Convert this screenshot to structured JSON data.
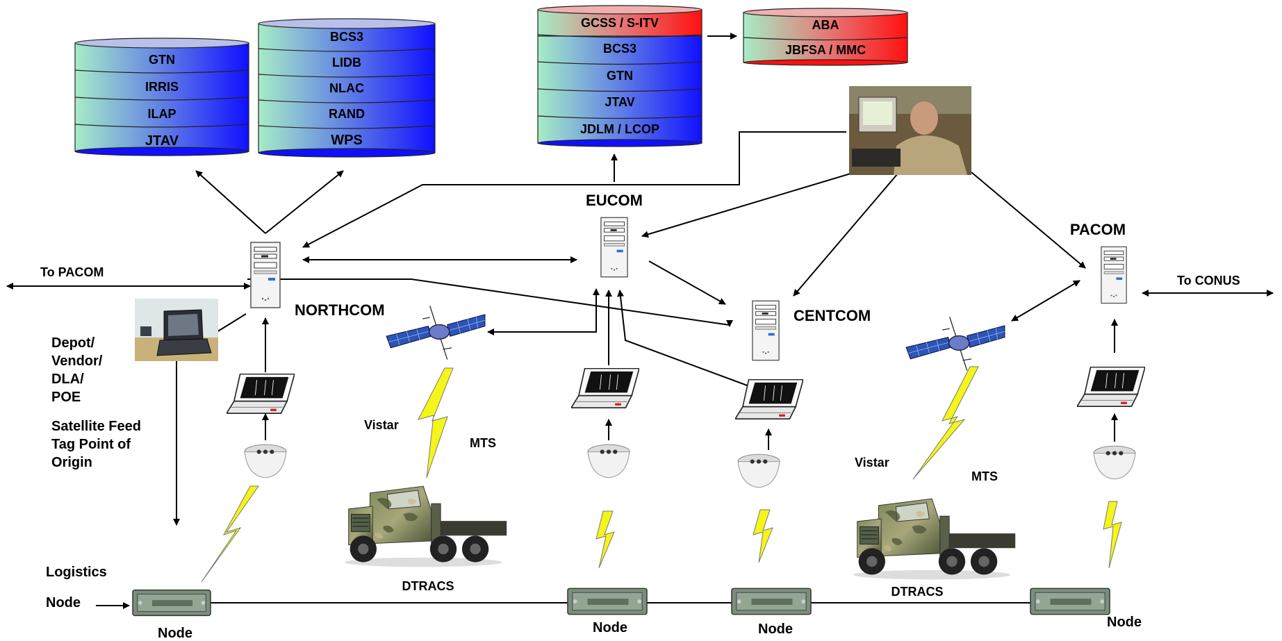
{
  "colors": {
    "db_gradient_start": "#9fe8c8",
    "db_gradient_end_blue": "#1a1aff",
    "db_gradient_end_red": "#ff1f1f",
    "lightning": "#f5f51a",
    "line": "#000000"
  },
  "databases": {
    "db_left_1": [
      "GTN",
      "IRRIS",
      "ILAP",
      "JTAV"
    ],
    "db_left_2": [
      "BCS3",
      "LIDB",
      "NLAC",
      "RAND",
      "WPS"
    ],
    "db_center": [
      "GCSS / S-ITV",
      "BCS3",
      "GTN",
      "JTAV",
      "JDLM / LCOP"
    ],
    "db_right": [
      "ABA",
      "JBFSA / MMC"
    ]
  },
  "labels": {
    "eucom": "EUCOM",
    "pacom": "PACOM",
    "northcom": "NORTHCOM",
    "centcom": "CENTCOM",
    "to_pacom": "To PACOM",
    "to_conus": "To CONUS",
    "depot_lines": [
      "Depot/",
      "Vendor/",
      "DLA/",
      "POE",
      "Satellite Feed",
      "Tag Point of",
      "Origin"
    ],
    "vistar": "Vistar",
    "mts": "MTS",
    "dtracs": "DTRACS",
    "logistics": "Logistics",
    "node": "Node"
  },
  "icons": [
    "server-icon",
    "laptop-icon",
    "satellite-icon",
    "rfid-reader-icon",
    "truck-icon",
    "node-box-icon",
    "lightning-icon",
    "operator-photo"
  ]
}
